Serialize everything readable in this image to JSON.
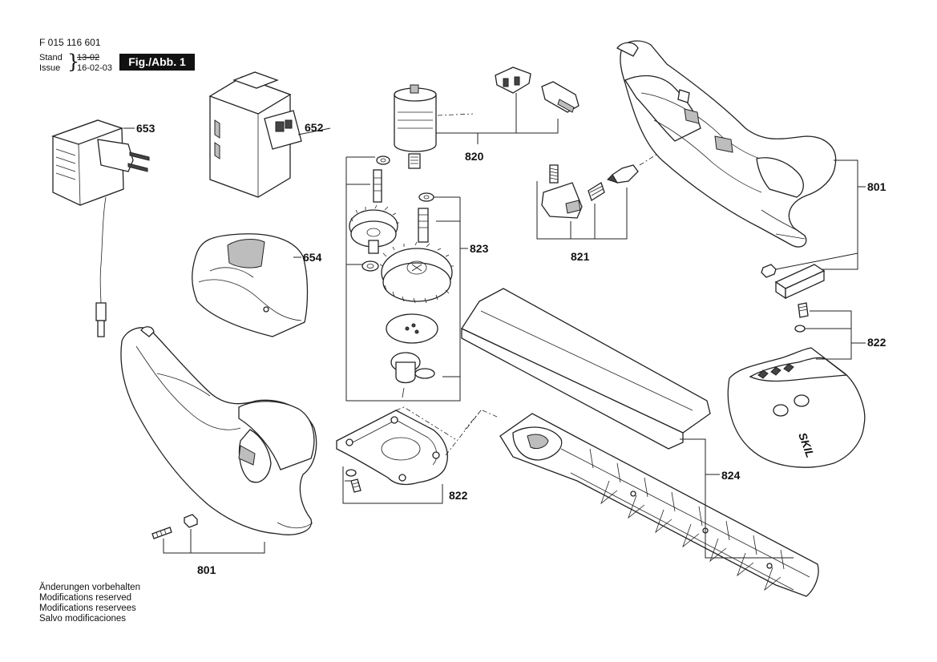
{
  "header": {
    "doc_number": "F 015 116 601",
    "stand_label": "Stand",
    "issue_label": "Issue",
    "stand_value": "13-02",
    "issue_value": "16-02-03",
    "figure_badge": "Fig./Abb. 1"
  },
  "parts": {
    "charger": "653",
    "battery": "652",
    "charger_base": "654",
    "motor": "820",
    "gear_set": "823",
    "switch_set": "821",
    "housing_right": "801",
    "housing_left": "801",
    "cover_screws_top": "822",
    "cover_screws_bottom": "822",
    "blade": "824"
  },
  "logo_text": "SKIL",
  "notes": [
    "Änderungen vorbehalten",
    "Modifications reserved",
    "Modifications reservees",
    "Salvo modificaciones"
  ]
}
